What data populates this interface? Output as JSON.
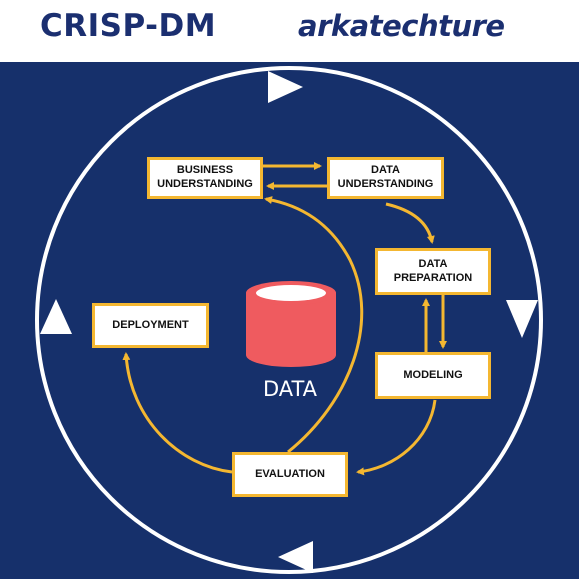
{
  "header": {
    "title": "CRISP-DM",
    "logo_text": "arkatechture"
  },
  "colors": {
    "background": "#16306b",
    "accent": "#f4b731",
    "cylinder": "#ef5b5f",
    "cycle": "#ffffff"
  },
  "phases": {
    "business": "BUSINESS UNDERSTANDING",
    "data_understanding": "DATA UNDERSTANDING",
    "data_preparation": "DATA PREPARATION",
    "modeling": "MODELING",
    "evaluation": "EVALUATION",
    "deployment": "DEPLOYMENT"
  },
  "center": {
    "label": "DATA",
    "icon": "database-icon"
  }
}
